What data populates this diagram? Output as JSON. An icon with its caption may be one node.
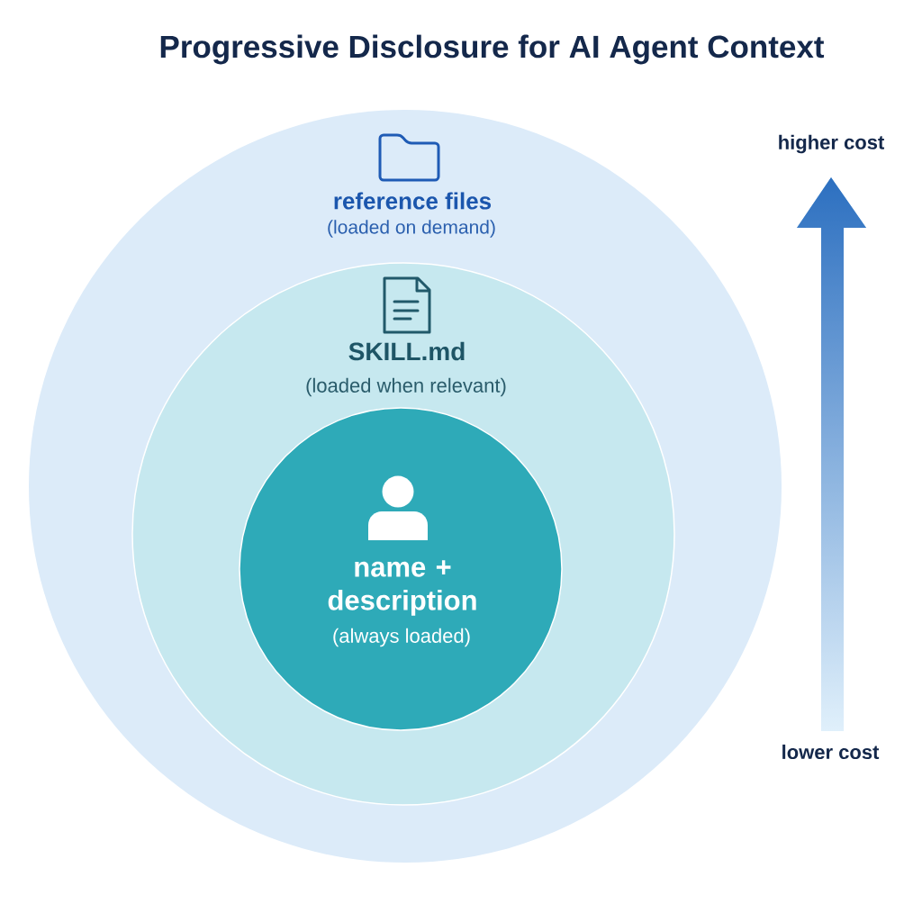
{
  "diagram": {
    "title": "Progressive Disclosure for AI Agent Context",
    "nodes": [
      {
        "text": [
          "reference files",
          "(loaded on demand)"
        ]
      },
      {
        "text": [
          "SKILL.md",
          "(loaded when relevant)"
        ],
        "in": 0
      },
      {
        "text": [
          "name + description",
          "(always loaded)"
        ],
        "in": 1
      }
    ],
    "labels": [
      "higher cost",
      "lower cost"
    ]
  }
}
